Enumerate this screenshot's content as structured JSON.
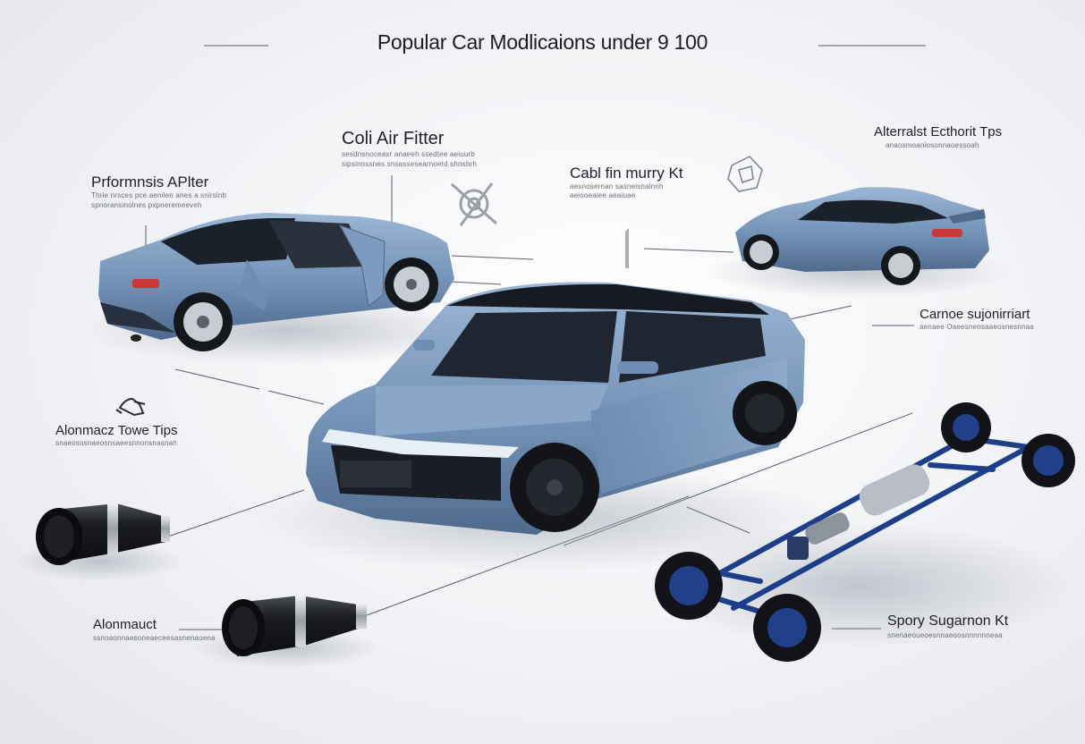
{
  "title": "Popular Car Modlicaions under 9 100",
  "labels": {
    "performance_filter": {
      "heading": "Prformnsis APlter",
      "desc_1": "Thrie nrsces pce aenilen anes a snirsinb",
      "desc_2": "spnoransinolnes pxpneremeeveh"
    },
    "cold_air_filter": {
      "heading": "Coli Air Fitter",
      "desc_1": "sesdnsnoceaxr anaeeh ssedtee aeiuurb",
      "desc_2": "sipsinnssnes snsassesearnoetd shnsbrh"
    },
    "carbon_kit": {
      "heading": "Cabl fin murry Kt",
      "desc_1": "aesnosernan sasneisnainnh",
      "desc_2": "aeiooeaiee aeaiuae"
    },
    "exhaust_tips_top": {
      "heading": "Alterralst Ecthorit Tps",
      "desc_1": "anaosmoaniosonnaoessoah"
    },
    "camber_support": {
      "heading": "Carnoe sujonirriart",
      "desc_1": "aenaee Oaeesnensaaeosnesnnaa"
    },
    "exhaust_tips_left": {
      "heading": "Alonmacz Towe Tips",
      "desc_1": "snaeosnsnaeosnsaeesnnonsnasnah"
    },
    "aftermarket": {
      "heading": "Alonmauct",
      "desc_1": "ssnoaonnaesoneaeceesasnenaoena"
    },
    "sport_suspension": {
      "heading": "Spory Sugarnon Kt",
      "desc_1": "snenaeoueoesnnaeoosnnnnnneaa"
    }
  },
  "icons": [
    "wrench-gear-icon",
    "engine-part-icon",
    "glasses-icon"
  ],
  "colors": {
    "car_body": "#7f9dc0",
    "car_body_dark": "#5a7597",
    "car_roof": "#1a1f28",
    "chassis": "#1d3f8a",
    "tire": "#111318",
    "exhaust": "#15171b"
  }
}
